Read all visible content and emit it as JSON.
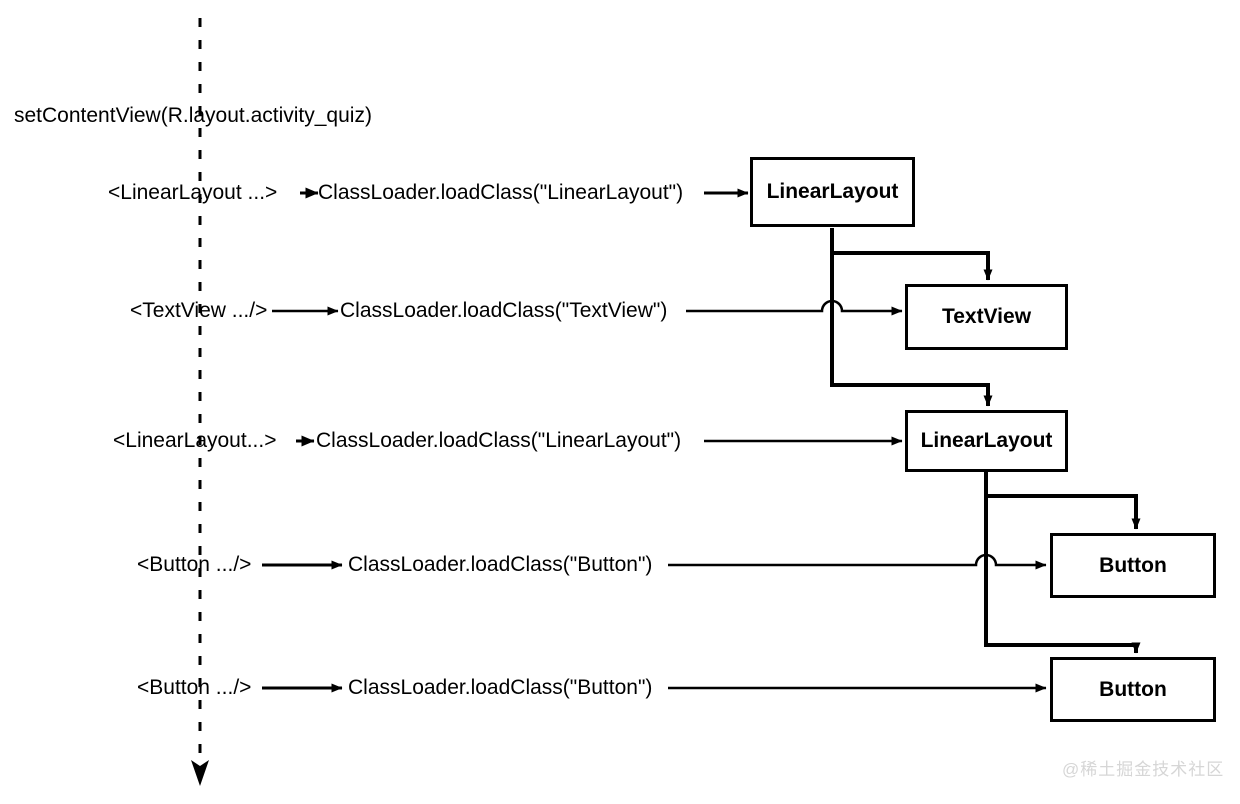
{
  "diagram": {
    "title": "setContentView(R.layout.activity_quiz)",
    "timeline": {
      "name": "inflation-timeline",
      "style": "dashed-vertical-arrow"
    },
    "rows": [
      {
        "tag": "<LinearLayout ...>",
        "call": "ClassLoader.loadClass(\"LinearLayout\")",
        "node": "LinearLayout"
      },
      {
        "tag": "<TextView .../>",
        "call": "ClassLoader.loadClass(\"TextView\")",
        "node": "TextView"
      },
      {
        "tag": "<LinearLayout...>",
        "call": "ClassLoader.loadClass(\"LinearLayout\")",
        "node": "LinearLayout"
      },
      {
        "tag": "<Button .../>",
        "call": "ClassLoader.loadClass(\"Button\")",
        "node": "Button"
      },
      {
        "tag": "<Button .../>",
        "call": "ClassLoader.loadClass(\"Button\")",
        "node": "Button"
      }
    ],
    "watermark": "@稀土掘金技术社区",
    "colors": {
      "stroke": "#000000",
      "background": "#ffffff",
      "watermark": "#d6d6d6"
    }
  }
}
